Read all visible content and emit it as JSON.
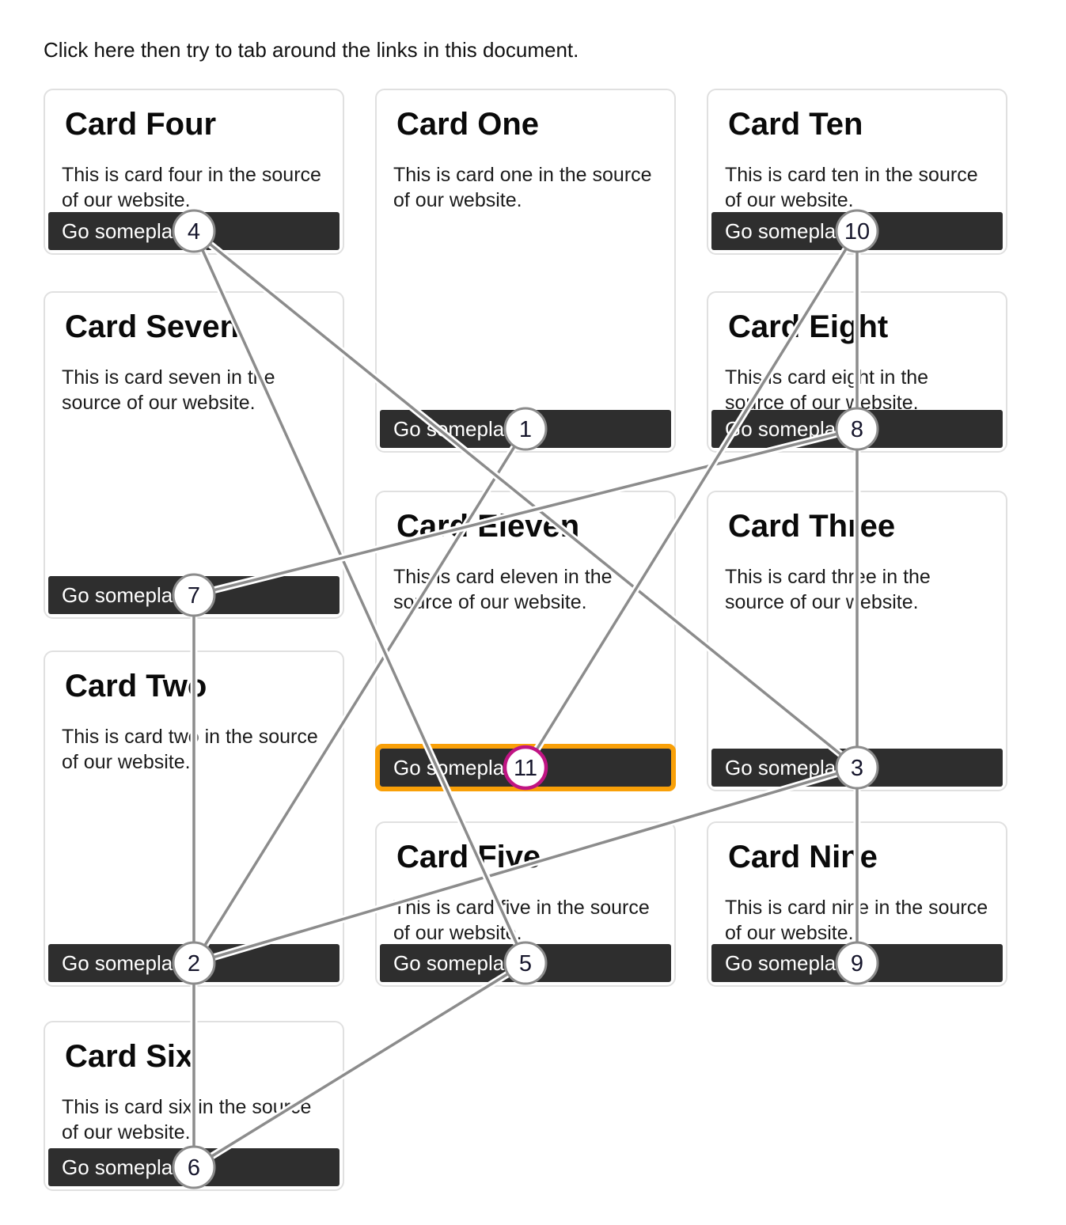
{
  "page": {
    "instruction": "Click here then try to tab around the links in this document."
  },
  "cards": [
    {
      "id": "four",
      "title": "Card Four",
      "body": "This is card four in the source of our website.",
      "button_label": "Go someplace"
    },
    {
      "id": "seven",
      "title": "Card Seven",
      "body": "This is card seven in the source of our website.",
      "button_label": "Go someplace"
    },
    {
      "id": "two",
      "title": "Card Two",
      "body": "This is card two in the source of our website.",
      "button_label": "Go someplace"
    },
    {
      "id": "six",
      "title": "Card Six",
      "body": "This is card six in the source of our website.",
      "button_label": "Go someplace"
    },
    {
      "id": "one",
      "title": "Card One",
      "body": "This is card one in the source of our website.",
      "button_label": "Go someplace"
    },
    {
      "id": "eleven",
      "title": "Card Eleven",
      "body": "This is card eleven in the source of our website.",
      "button_label": "Go someplace"
    },
    {
      "id": "five",
      "title": "Card Five",
      "body": "This is card five in the source of our website.",
      "button_label": "Go someplace"
    },
    {
      "id": "ten",
      "title": "Card Ten",
      "body": "This is card ten in the source of our website.",
      "button_label": "Go someplace"
    },
    {
      "id": "eight",
      "title": "Card Eight",
      "body": "This is card eight in the source of our website.",
      "button_label": "Go someplace"
    },
    {
      "id": "three",
      "title": "Card Three",
      "body": "This is card three in the source of our website.",
      "button_label": "Go someplace"
    },
    {
      "id": "nine",
      "title": "Card Nine",
      "body": "This is card nine in the source of our website.",
      "button_label": "Go someplace"
    }
  ],
  "tab_stops": {
    "order": [
      "one",
      "two",
      "three",
      "four",
      "five",
      "six",
      "seven",
      "eight",
      "nine",
      "ten",
      "eleven"
    ],
    "labels": [
      "1",
      "2",
      "3",
      "4",
      "5",
      "6",
      "7",
      "8",
      "9",
      "10",
      "11"
    ],
    "current": "eleven"
  },
  "colors": {
    "button_bg": "#2e2e2e",
    "button_text": "#ffffff",
    "card_border": "#e0e0e0",
    "line": "#8c8c8c",
    "circle_border": "#8c8c8c",
    "circle_fill": "#ffffff",
    "circle_number": "#16162c",
    "current_circle_border": "#c01483",
    "focus_ring": "#f9a008"
  }
}
